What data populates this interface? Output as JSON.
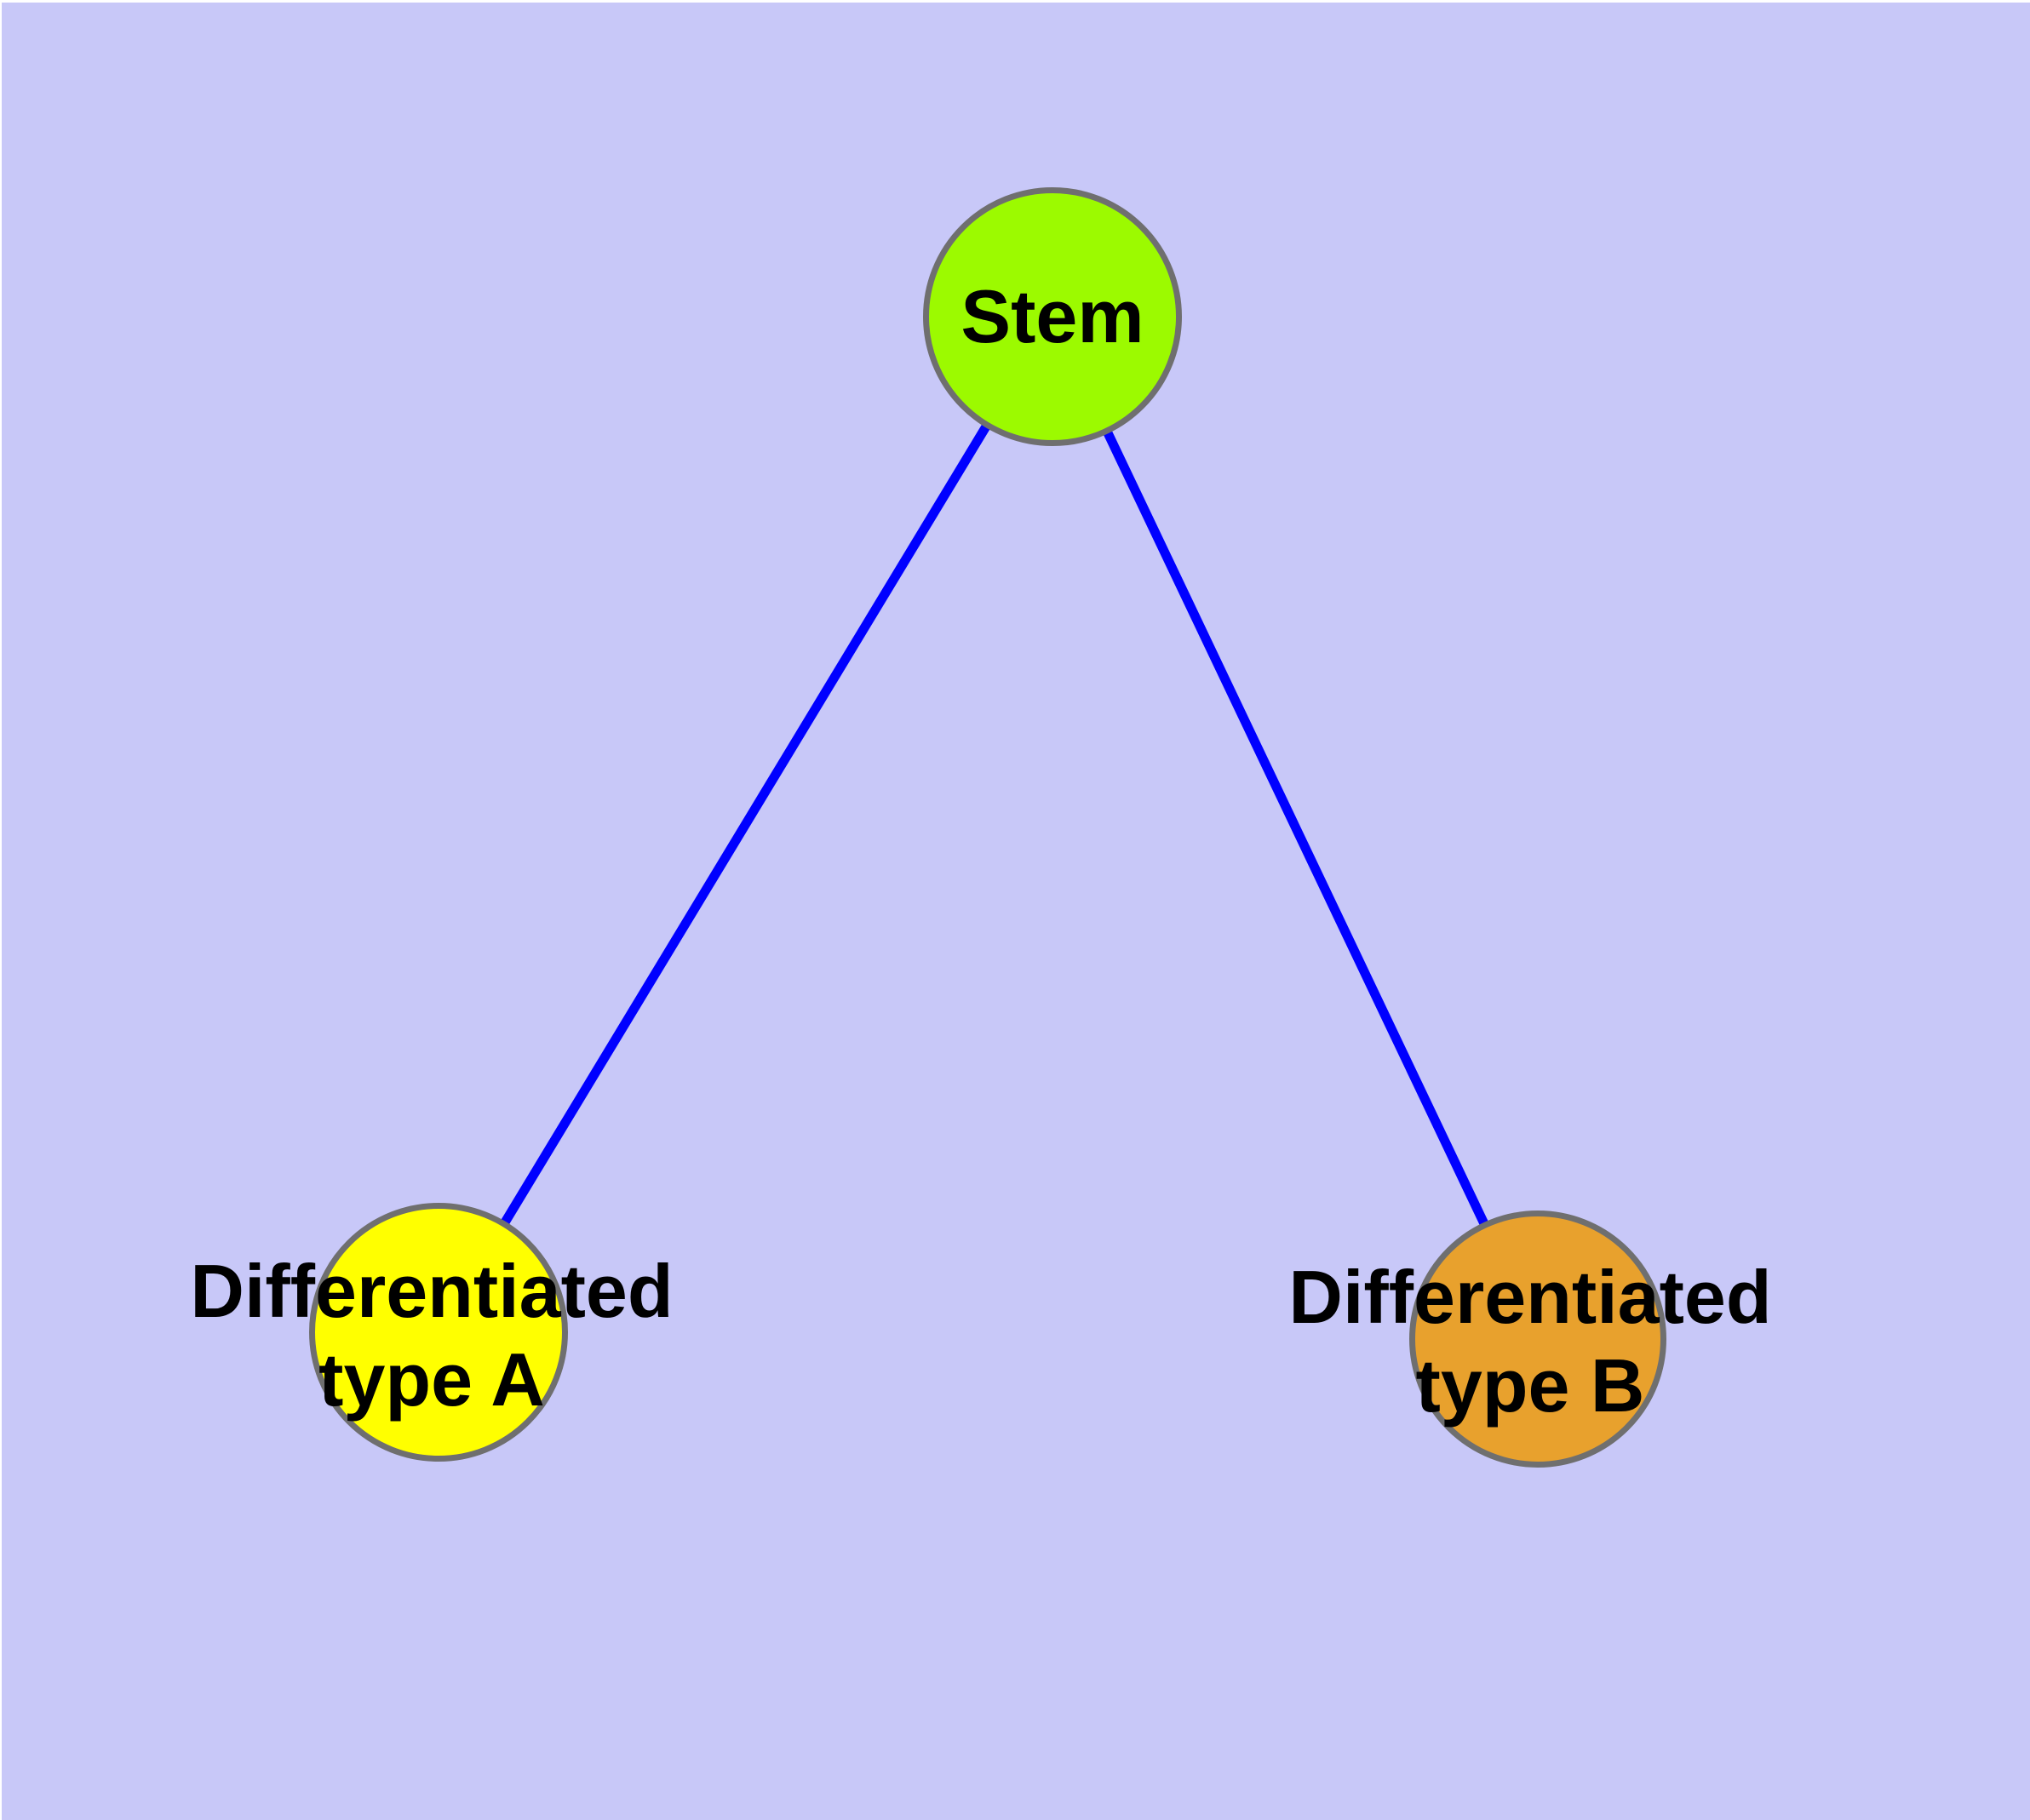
{
  "diagram": {
    "type": "graph",
    "background_color": "#C8C8F8",
    "edge_color": "#0000FF",
    "node_border_color": "#6F6F6F",
    "label_color": "#000000",
    "nodes": [
      {
        "id": "stem",
        "label": "Stem",
        "fill": "#9CFA00"
      },
      {
        "id": "differentiated-type-a",
        "label": "Differentiated\ntype A",
        "fill": "#FFFF00"
      },
      {
        "id": "differentiated-type-b",
        "label": "Differentiated\ntype B",
        "fill": "#E8A12D"
      }
    ],
    "edges": [
      {
        "from": "stem",
        "to": "differentiated-type-a"
      },
      {
        "from": "stem",
        "to": "differentiated-type-b"
      }
    ]
  }
}
